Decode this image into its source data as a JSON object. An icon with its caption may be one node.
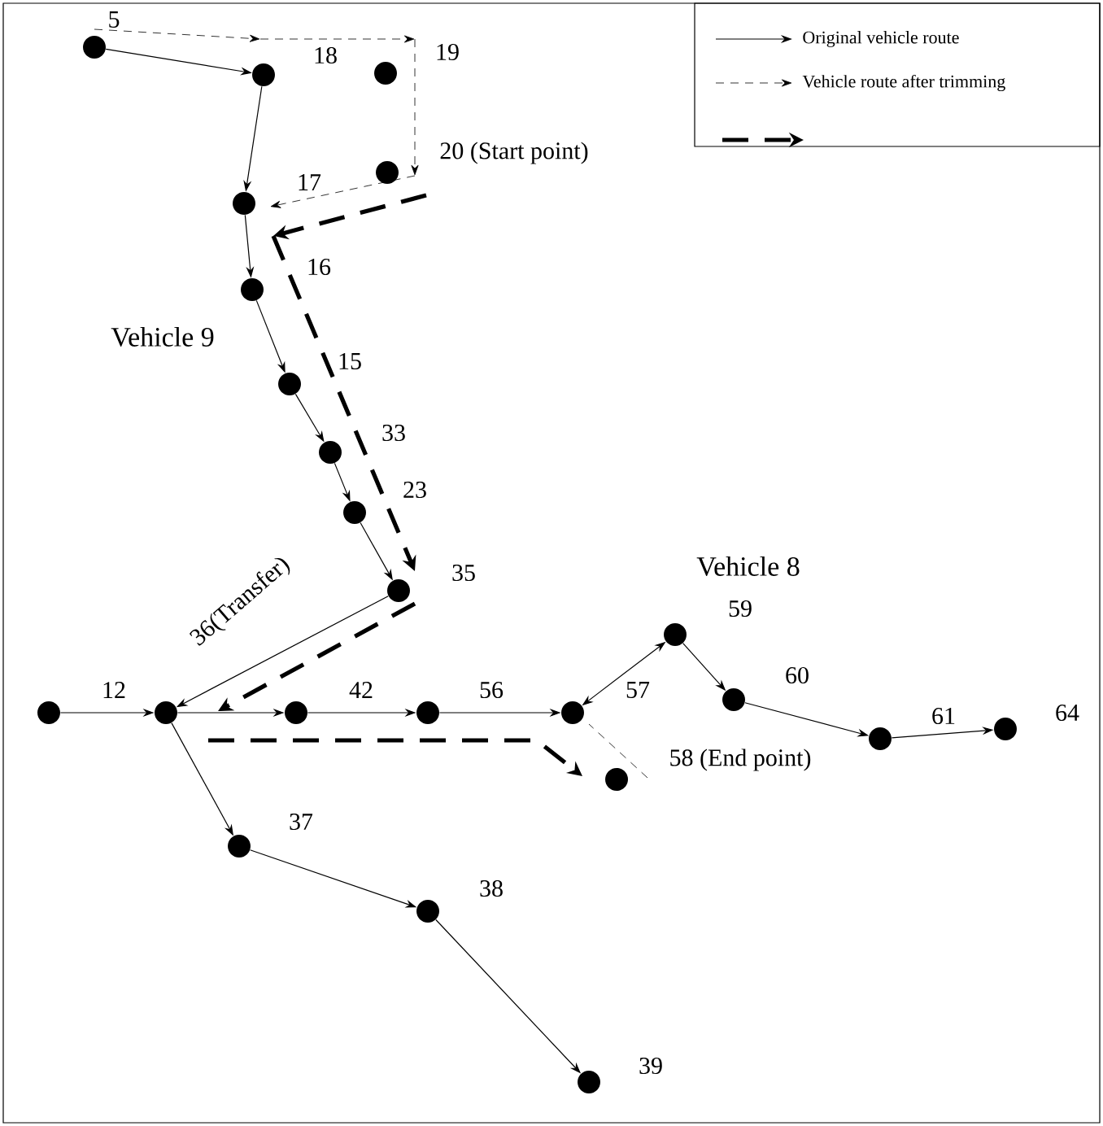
{
  "diagram": {
    "nodes": [
      {
        "text": [],
        "shape": "circle",
        "beside": [
          "5"
        ]
      },
      {
        "text": [],
        "shape": "circle",
        "beside": [
          "18"
        ]
      },
      {
        "text": [],
        "shape": "circle",
        "beside": [
          "19"
        ]
      },
      {
        "text": [],
        "shape": "circle",
        "beside": [
          "20 (Start point)"
        ]
      },
      {
        "text": [],
        "shape": "circle",
        "beside": [
          "17"
        ]
      },
      {
        "text": [],
        "shape": "circle",
        "beside": [
          "16"
        ]
      },
      {
        "text": [],
        "shape": "circle",
        "beside": [
          "15"
        ]
      },
      {
        "text": [],
        "shape": "circle",
        "beside": [
          "33"
        ]
      },
      {
        "text": [],
        "shape": "circle",
        "beside": [
          "23"
        ]
      },
      {
        "text": [],
        "shape": "circle",
        "beside": [
          "35"
        ]
      },
      {
        "text": [],
        "shape": "circle",
        "beside": [
          "36(Transfer)"
        ]
      },
      {
        "text": [],
        "shape": "circle",
        "beside": [
          "12"
        ]
      },
      {
        "text": [],
        "shape": "circle",
        "beside": [
          "42"
        ]
      },
      {
        "text": [],
        "shape": "circle",
        "beside": [
          "56"
        ]
      },
      {
        "text": [],
        "shape": "circle",
        "beside": [
          "57"
        ]
      },
      {
        "text": [],
        "shape": "circle",
        "beside": [
          "59"
        ]
      },
      {
        "text": [],
        "shape": "circle",
        "beside": [
          "60"
        ]
      },
      {
        "text": [],
        "shape": "circle",
        "beside": [
          "61"
        ]
      },
      {
        "text": [],
        "shape": "circle",
        "beside": [
          "64"
        ]
      },
      {
        "text": [],
        "shape": "circle",
        "beside": [
          "58 (End point)"
        ]
      },
      {
        "text": [],
        "shape": "circle",
        "beside": [
          "37"
        ]
      },
      {
        "text": [],
        "shape": "circle",
        "beside": [
          "38"
        ]
      },
      {
        "text": [],
        "shape": "circle",
        "beside": [
          "39"
        ]
      }
    ],
    "edges": [
      {
        "from": 0,
        "to": 1,
        "arrow": "to"
      },
      {
        "from": 1,
        "to": 4,
        "arrow": "to"
      },
      {
        "from": 4,
        "to": 5,
        "arrow": "to"
      },
      {
        "from": 5,
        "to": 6,
        "arrow": "to"
      },
      {
        "from": 6,
        "to": 7,
        "arrow": "to"
      },
      {
        "from": 7,
        "to": 8,
        "arrow": "to"
      },
      {
        "from": 8,
        "to": 9,
        "arrow": "to"
      },
      {
        "from": 9,
        "to": 10,
        "arrow": "to"
      },
      {
        "from": 11,
        "to": 10,
        "arrow": "to"
      },
      {
        "from": 10,
        "to": 12,
        "arrow": "to"
      },
      {
        "from": 12,
        "to": 13,
        "arrow": "to"
      },
      {
        "from": 13,
        "to": 14,
        "arrow": "to"
      },
      {
        "from": 14,
        "to": 15,
        "arrow": "both"
      },
      {
        "from": 15,
        "to": 16,
        "arrow": "to"
      },
      {
        "from": 16,
        "to": 17,
        "arrow": "to"
      },
      {
        "from": 17,
        "to": 18,
        "arrow": "to"
      },
      {
        "from": 10,
        "to": 20,
        "arrow": "to"
      },
      {
        "from": 20,
        "to": 21,
        "arrow": "to"
      },
      {
        "from": 21,
        "to": 22,
        "arrow": "to"
      },
      {
        "from": 0,
        "to": 1,
        "arrow": "to",
        "style": "dashed"
      },
      {
        "from": 1,
        "to": 2,
        "arrow": "to",
        "style": "dashed"
      },
      {
        "from": 2,
        "to": 3,
        "arrow": "to",
        "style": "dashed"
      },
      {
        "from": 3,
        "to": 4,
        "arrow": "to",
        "style": "dashed"
      },
      {
        "from": 19,
        "to": 14,
        "arrow": "none",
        "style": "dashed"
      },
      {
        "from": 3,
        "to": 4,
        "arrow": "to",
        "style": "dashed"
      },
      {
        "from": 4,
        "to": 9,
        "arrow": "to",
        "style": "dashed"
      },
      {
        "from": 9,
        "to": 10,
        "arrow": "to",
        "style": "dashed"
      },
      {
        "from": 10,
        "to": 19,
        "arrow": "to",
        "style": "dashed"
      }
    ],
    "labels": [
      "Vehicle 9",
      "Vehicle 8"
    ],
    "legend": [
      {
        "text": "Original vehicle route"
      },
      {
        "text": "Vehicle route after trimming"
      }
    ]
  }
}
